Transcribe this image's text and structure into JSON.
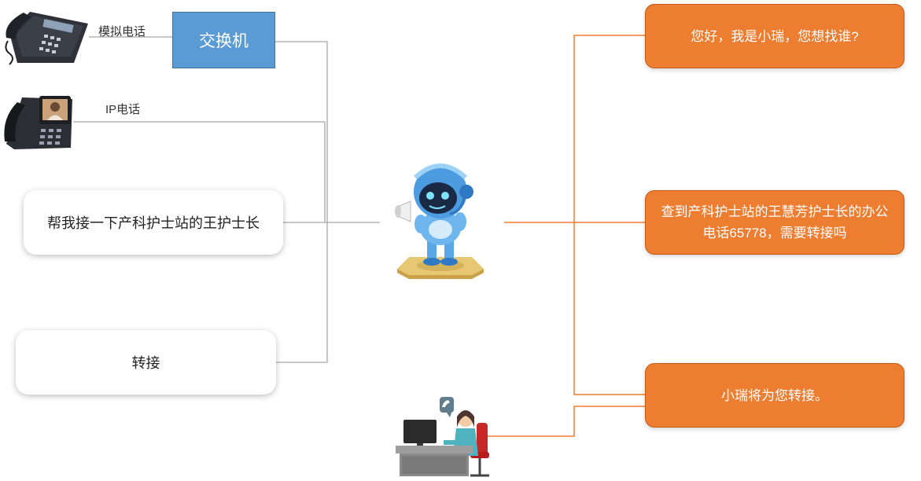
{
  "left": {
    "analog_label": "模拟电话",
    "switch_label": "交换机",
    "ip_label": "IP电话",
    "request_text": "帮我接一下产科护士站的王护士长",
    "transfer_text": "转接"
  },
  "right": {
    "greeting": "您好，我是小瑞，您想找谁?",
    "lookup": "查到产科护士站的王慧芳护士长的办公电话65778，需要转接吗",
    "confirm": "小瑞将为您转接。"
  },
  "colors": {
    "switch_fill": "#5b9bd5",
    "bubble_fill": "#ed7d31",
    "left_line": "#a6a6a6",
    "right_line": "#ed7d31"
  },
  "icons": {
    "desk_phone": "desk-phone-icon",
    "ip_phone": "ip-phone-icon",
    "robot": "robot-icon",
    "operator": "operator-icon"
  }
}
